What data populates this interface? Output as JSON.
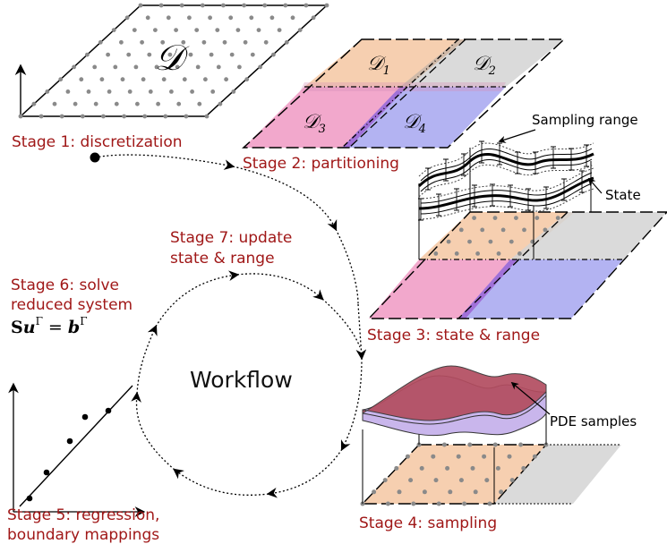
{
  "center_label": "Workflow",
  "domain_symbol": "𝒟",
  "subdomains": [
    "𝒟",
    "𝒟",
    "𝒟",
    "𝒟"
  ],
  "subdomain_indices": [
    "1",
    "2",
    "3",
    "4"
  ],
  "stages": {
    "s1": "Stage 1: discretization",
    "s2": "Stage 2: partitioning",
    "s3": "Stage 3: state & range",
    "s4": "Stage 4: sampling",
    "s5_line1": "Stage 5: regression,",
    "s5_line2": "boundary mappings",
    "s6_line1": "Stage 6: solve",
    "s6_line2": "reduced system",
    "s7_line1": "Stage 7: update",
    "s7_line2": "state & range"
  },
  "equation": {
    "S": "S",
    "u": "u",
    "sup1": "Γ",
    "eq": " = ",
    "b": "b",
    "sup2": "Γ"
  },
  "annotations": {
    "sampling_range": "Sampling range",
    "state": "State",
    "pde_samples": "PDE samples"
  },
  "colors": {
    "stage_text": "#a01818",
    "region_1": "#f6cfb0",
    "region_2": "#d3d3d3",
    "region_3": "#f2a8cc",
    "region_4": "#b3b3f2",
    "overlap": "#a070d8",
    "pde_surface": "#b34d60",
    "pde_surface_under": "#c9b6ec",
    "grid_dot": "#8a8a8a"
  }
}
